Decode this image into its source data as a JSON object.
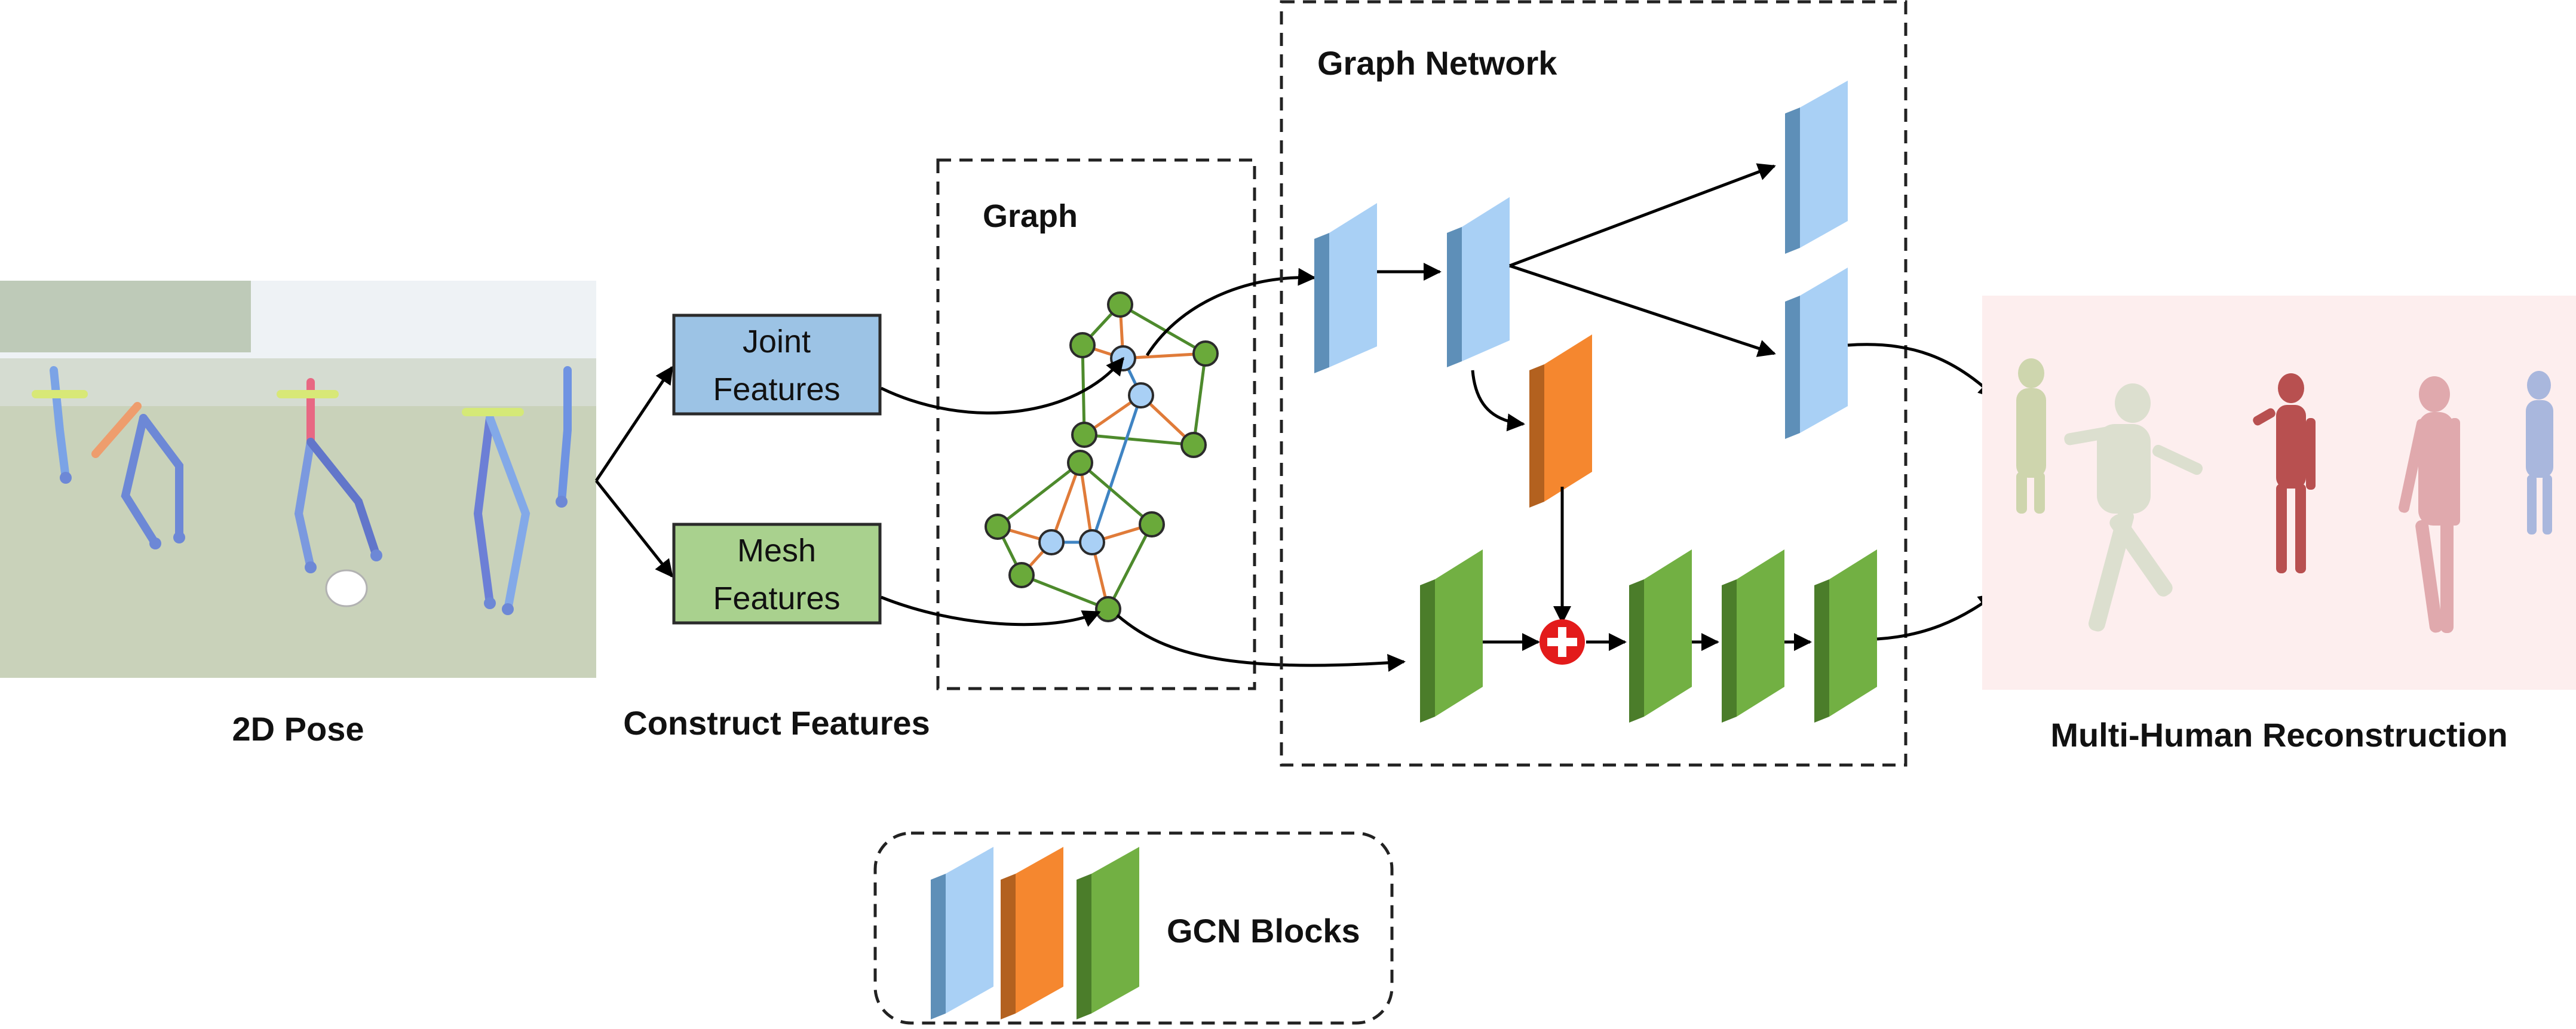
{
  "labels": {
    "pose": "2D Pose",
    "construct": "Construct Features",
    "recon": "Multi-Human Reconstruction",
    "graph": "Graph",
    "network": "Graph Network",
    "legend": "GCN Blocks"
  },
  "feature_boxes": {
    "joint_line1": "Joint",
    "joint_line2": "Features",
    "mesh_line1": "Mesh",
    "mesh_line2": "Features"
  },
  "colors": {
    "blue_block": "#a9d0f5",
    "orange_block": "#f5872f",
    "green_block": "#72b043",
    "joint_box": "#9cc3e5",
    "mesh_box": "#a9d18e",
    "graph_green_node": "#6aaa3a",
    "graph_blue_node": "#a9d0f5",
    "edge_green": "#4d8a2c",
    "edge_orange": "#e07b39",
    "edge_blue": "#3f84c3",
    "plus": "#e31b1b"
  }
}
